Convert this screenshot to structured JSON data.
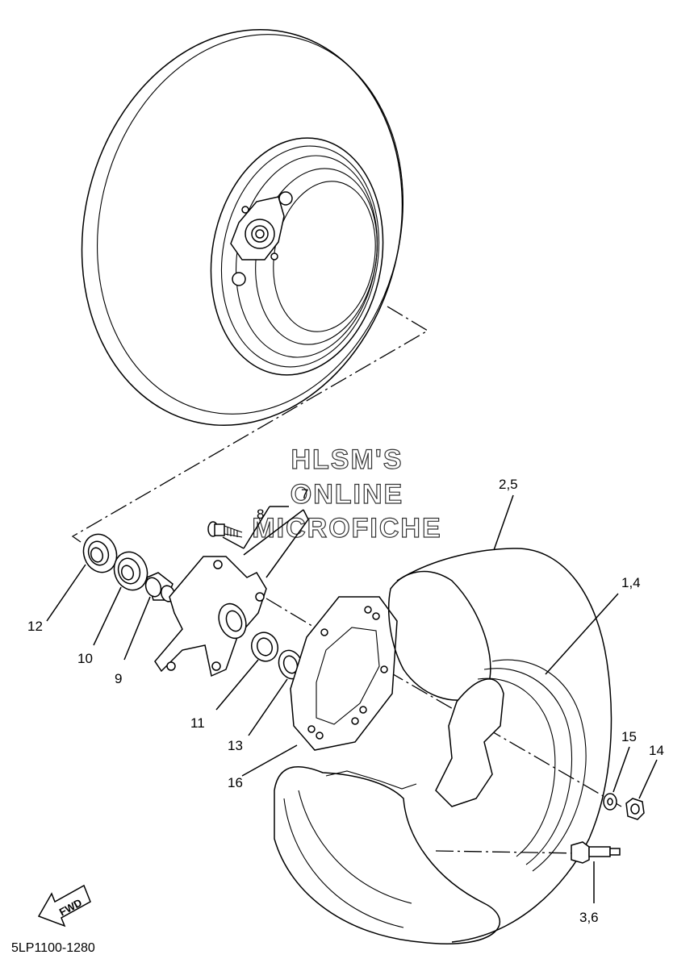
{
  "watermark": {
    "line1": "HLSM'S",
    "line2": "ONLINE",
    "line3": "MICROFICHE"
  },
  "callouts": {
    "c_1_4": "1,4",
    "c_2_5": "2,5",
    "c_3_6": "3,6",
    "c_7": "7",
    "c_8": "8",
    "c_9": "9",
    "c_10": "10",
    "c_11": "11",
    "c_12": "12",
    "c_13": "13",
    "c_14": "14",
    "c_15": "15",
    "c_16": "16"
  },
  "fwd_label": "FWD",
  "diagram_code": "5LP1100-1280"
}
